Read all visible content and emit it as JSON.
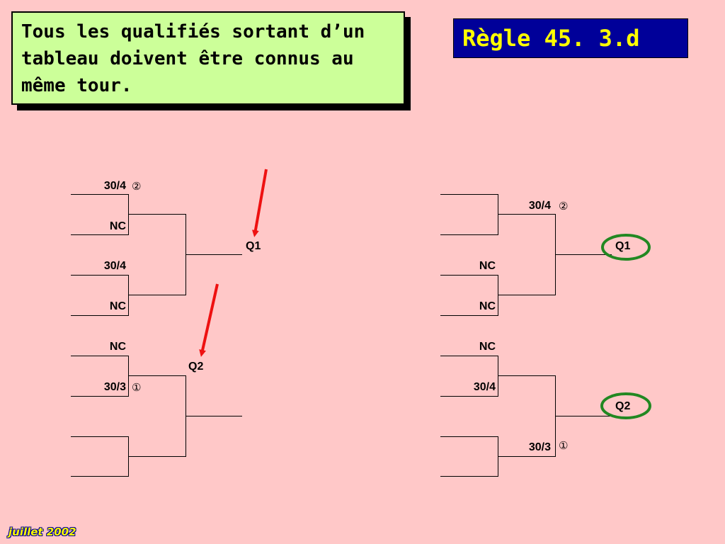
{
  "note": {
    "lines": [
      "Tous les qualifiés sortant d’un",
      "tableau doivent être connus au",
      "même tour."
    ]
  },
  "rule": {
    "title": "Règle 45. 3.d"
  },
  "footer": {
    "date": "juillet 2002"
  },
  "left_bracket": {
    "players": [
      "30/4",
      "NC",
      "30/4",
      "NC",
      "NC",
      "30/3"
    ],
    "marks": [
      "②",
      "①"
    ],
    "qualifiers": [
      "Q1",
      "Q2"
    ]
  },
  "right_bracket": {
    "players": [
      "NC",
      "NC",
      "NC",
      "30/4"
    ],
    "seeded": [
      "30/4",
      "30/3"
    ],
    "marks": [
      "②",
      "①"
    ],
    "qualifiers": [
      "Q1",
      "Q2"
    ]
  },
  "colors": {
    "arrow": "#ee1111",
    "circle": "#228822",
    "note_bg": "#ccff99",
    "rule_bg": "#000099",
    "rule_text": "#ffff00"
  }
}
